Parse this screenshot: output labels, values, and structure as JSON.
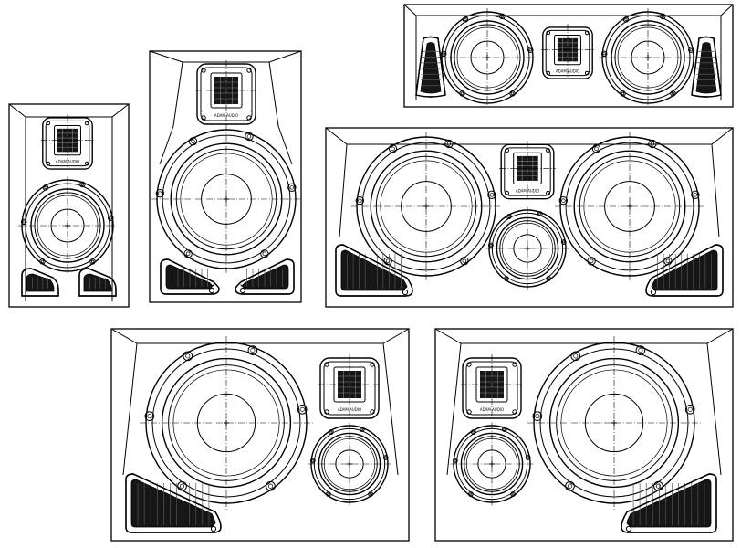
{
  "tweeter_label": "ADAM AUDIO",
  "colors": {
    "line": "#000000",
    "port_fill": "#161616",
    "background": "#ffffff"
  },
  "speakers": [
    {
      "model_view": "compact-vertical",
      "woofers": 1,
      "midrange": 0,
      "ports": 2,
      "orientation": "vertical"
    },
    {
      "model_view": "medium-vertical",
      "woofers": 1,
      "midrange": 0,
      "ports": 2,
      "orientation": "vertical"
    },
    {
      "model_view": "center-horizontal",
      "woofers": 2,
      "midrange": 0,
      "ports": 2,
      "orientation": "horizontal"
    },
    {
      "model_view": "three-way-horizontal",
      "woofers": 2,
      "midrange": 1,
      "ports": 2,
      "orientation": "horizontal"
    },
    {
      "model_view": "three-way-left",
      "woofers": 1,
      "midrange": 1,
      "ports": 1,
      "orientation": "horizontal"
    },
    {
      "model_view": "three-way-right",
      "woofers": 1,
      "midrange": 1,
      "ports": 1,
      "orientation": "horizontal"
    }
  ]
}
